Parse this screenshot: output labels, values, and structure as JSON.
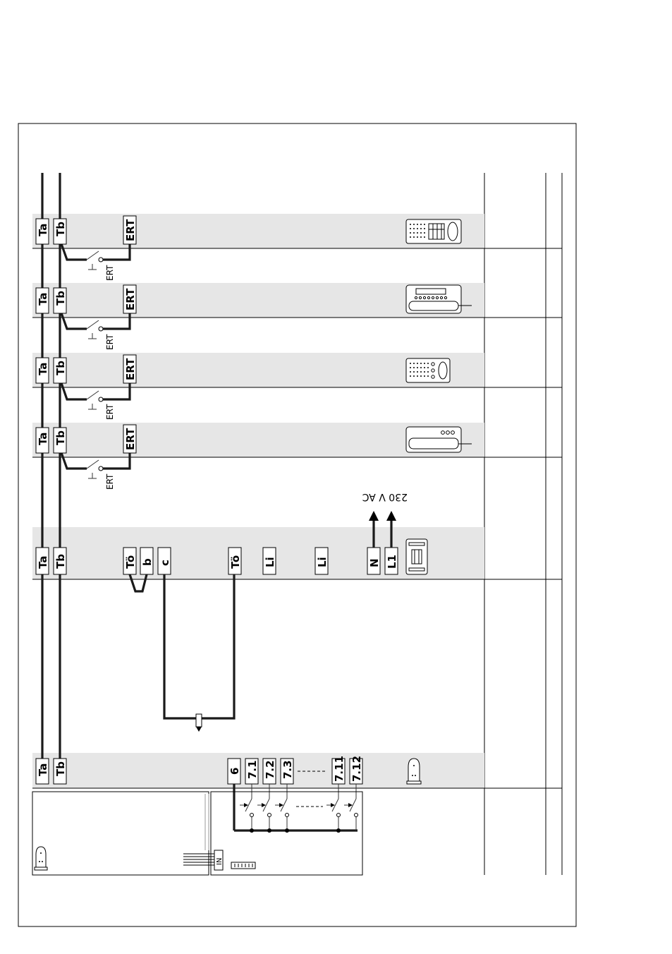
{
  "diagram": {
    "bus_labels": {
      "ta": "Ta",
      "tb": "Tb"
    },
    "ert_label": "ERT",
    "indoor_stations": [
      {
        "terminals": [
          "Ta",
          "Tb",
          "ERT"
        ],
        "switch_label": "ERT",
        "icon": "keypad-handsfree-icon"
      },
      {
        "terminals": [
          "Ta",
          "Tb",
          "ERT"
        ],
        "switch_label": "ERT",
        "icon": "display-handset-icon"
      },
      {
        "terminals": [
          "Ta",
          "Tb",
          "ERT"
        ],
        "switch_label": "ERT",
        "icon": "keypad-compact-icon"
      },
      {
        "terminals": [
          "Ta",
          "Tb",
          "ERT"
        ],
        "switch_label": "ERT",
        "icon": "basic-handset-icon"
      }
    ],
    "power_supply": {
      "terminals": [
        "Ta",
        "Tb",
        "Tö",
        "b",
        "c",
        "Tö",
        "Li",
        "Li",
        "N",
        "L1"
      ],
      "voltage_label": "230 V AC",
      "icon": "power-supply-icon"
    },
    "door_controller": {
      "terminals": [
        "Ta",
        "Tb",
        "6",
        "7.1",
        "7.2",
        "7.3",
        "7.11",
        "7.12"
      ],
      "icon": "door-station-icon"
    },
    "panel": {
      "connector_label": "IN",
      "icon": "door-station-icon"
    }
  }
}
